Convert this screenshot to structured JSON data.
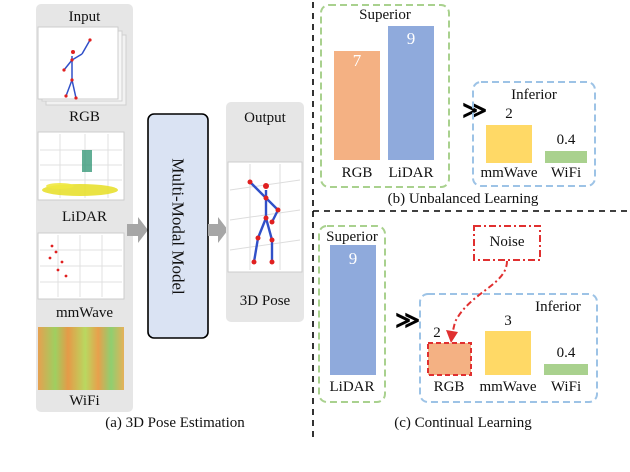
{
  "panel_a": {
    "input_label": "Input",
    "modalities": [
      "RGB",
      "LiDAR",
      "mmWave",
      "WiFi"
    ],
    "model_label": "Multi-Modal Model",
    "output_label": "Output",
    "output_caption": "3D Pose",
    "caption": "(a) 3D Pose Estimation"
  },
  "panel_b": {
    "superior_label": "Superior",
    "inferior_label": "Inferior",
    "caption": "(b) Unbalanced Learning",
    "bars_superior": [
      {
        "label": "RGB",
        "value": "7"
      },
      {
        "label": "LiDAR",
        "value": "9"
      }
    ],
    "bars_inferior": [
      {
        "label": "mmWave",
        "value": "2"
      },
      {
        "label": "WiFi",
        "value": "0.4"
      }
    ]
  },
  "panel_c": {
    "superior_label": "Superior",
    "inferior_label": "Inferior",
    "noise_label": "Noise",
    "caption": "(c) Continual Learning",
    "bars_superior": [
      {
        "label": "LiDAR",
        "value": "9"
      }
    ],
    "bars_inferior": [
      {
        "label": "RGB",
        "value": "2"
      },
      {
        "label": "mmWave",
        "value": "3"
      },
      {
        "label": "WiFi",
        "value": "0.4"
      }
    ]
  },
  "colors": {
    "rgb": "#f4b183",
    "lidar": "#8faadc",
    "mmwave": "#ffd966",
    "wifi": "#a9d18e",
    "model_fill": "#dae3f3",
    "superior_border": "#a9d18e",
    "inferior_border": "#9dc3e6",
    "noise": "#e03030"
  }
}
